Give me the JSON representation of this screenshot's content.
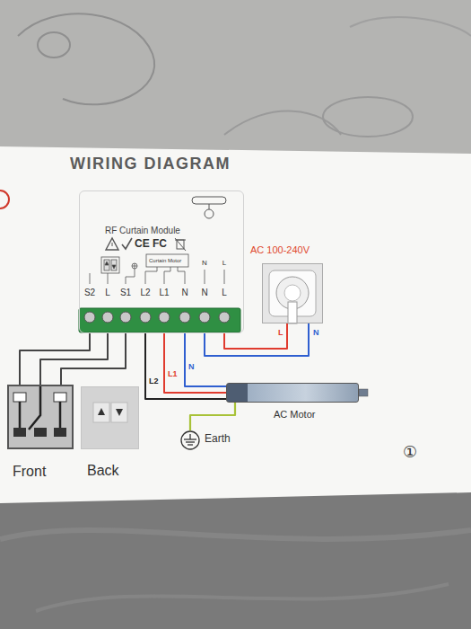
{
  "diagram": {
    "title": "WIRING DIAGRAM",
    "nodes": [
      {
        "text": [
          "RF Curtain Module"
        ]
      },
      {
        "text": [
          "AC 100-240V"
        ]
      },
      {
        "text": [
          "AC Motor"
        ]
      },
      {
        "text": [
          "Earth"
        ]
      },
      {
        "text": [
          "Front"
        ]
      },
      {
        "text": [
          "Back"
        ]
      }
    ],
    "edges": [
      {
        "from": 1,
        "to": 0,
        "arrow": "none",
        "label": "L"
      },
      {
        "from": 1,
        "to": 0,
        "arrow": "none",
        "label": "N"
      },
      {
        "from": 0,
        "to": 2,
        "arrow": "none",
        "label": "L2"
      },
      {
        "from": 0,
        "to": 2,
        "arrow": "none",
        "label": "L1"
      },
      {
        "from": 0,
        "to": 2,
        "arrow": "none",
        "label": "N"
      },
      {
        "from": 2,
        "to": 3,
        "arrow": "none"
      },
      {
        "from": 0,
        "to": 4,
        "arrow": "none"
      },
      {
        "from": 0,
        "to": 4,
        "arrow": "none"
      },
      {
        "from": 0,
        "to": 4,
        "arrow": "none"
      }
    ],
    "labels": [
      "CE",
      "FC",
      "Curtain Motor",
      "N",
      "L",
      "S2",
      "L",
      "S1",
      "L2",
      "L1",
      "N",
      "N",
      "L",
      "①"
    ]
  }
}
